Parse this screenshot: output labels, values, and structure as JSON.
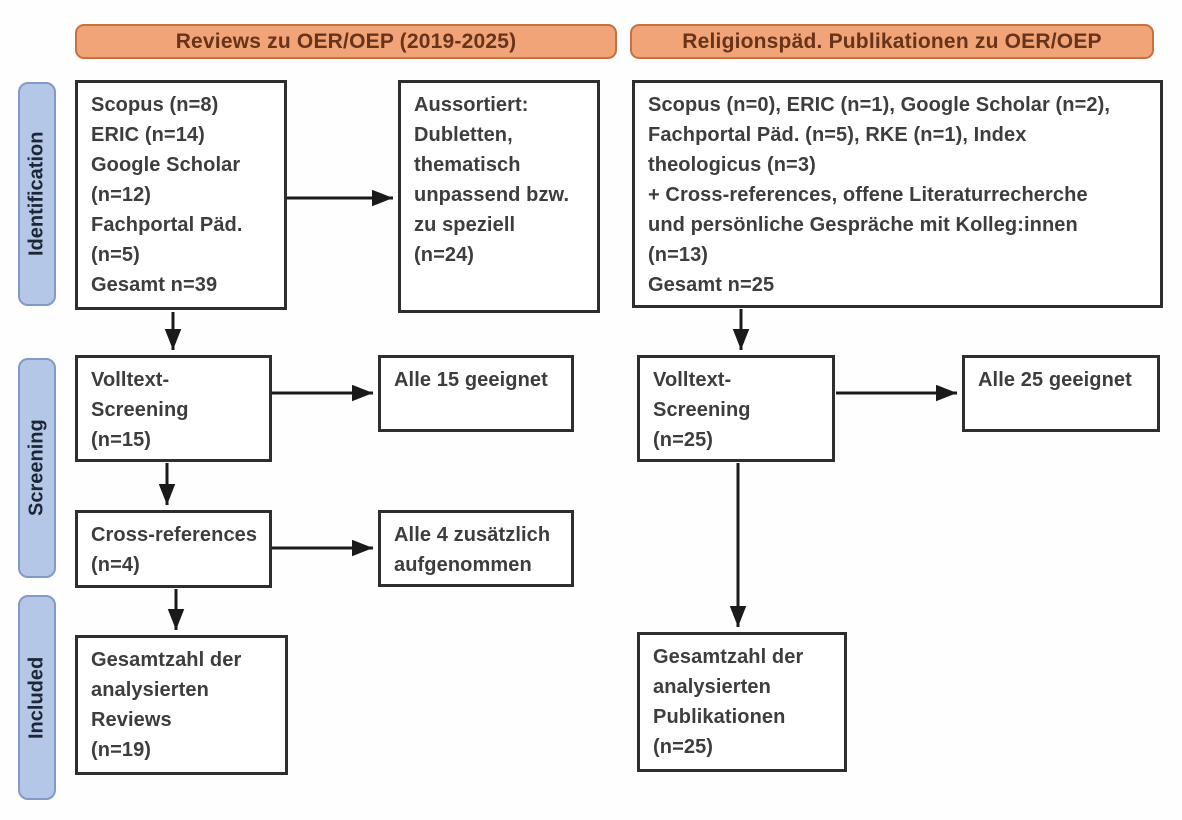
{
  "headers": {
    "left": "Reviews zu OER/OEP (2019-2025)",
    "right": "Religionspäd. Publikationen zu OER/OEP"
  },
  "stages": {
    "identification": "Identification",
    "screening": "Screening",
    "included": "Included"
  },
  "boxes": {
    "sources_reviews": "Scopus (n=8)\nERIC (n=14)\nGoogle Scholar\n(n=12)\nFachportal Päd.\n(n=5)\nGesamt n=39",
    "excluded_reviews": "Aussortiert:\nDubletten,\nthematisch\nunpassend bzw.\nzu speziell\n(n=24)",
    "fulltext_reviews": "Volltext-\nScreening\n(n=15)",
    "eligible_reviews": "Alle 15 geeignet",
    "crossref_reviews": "Cross-references\n(n=4)",
    "crossref_added": "Alle 4 zusätzlich\naufgenommen",
    "total_reviews": "Gesamtzahl der\nanalysierten\nReviews\n(n=19)",
    "sources_publications": "Scopus (n=0), ERIC (n=1), Google Scholar (n=2),\nFachportal Päd. (n=5), RKE (n=1), Index\ntheologicus (n=3)\n+ Cross-references, offene Literaturrecherche\nund persönliche Gespräche mit Kolleg:innen\n(n=13)\nGesamt n=25",
    "fulltext_publications": "Volltext-\nScreening\n(n=25)",
    "eligible_publications": "Alle 25 geeignet",
    "total_publications": "Gesamtzahl der\nanalysierten\nPublikationen\n(n=25)"
  },
  "colors": {
    "header_fill": "#f0a478",
    "header_border": "#c9703f",
    "header_text": "#69331a",
    "stage_fill": "#b4c7e7",
    "stage_border": "#8499c7",
    "stage_text": "#1c2636",
    "flow_box_border": "#2e2e2e",
    "flow_box_text": "#3d3d3d",
    "arrow": "#1a1a1a"
  }
}
